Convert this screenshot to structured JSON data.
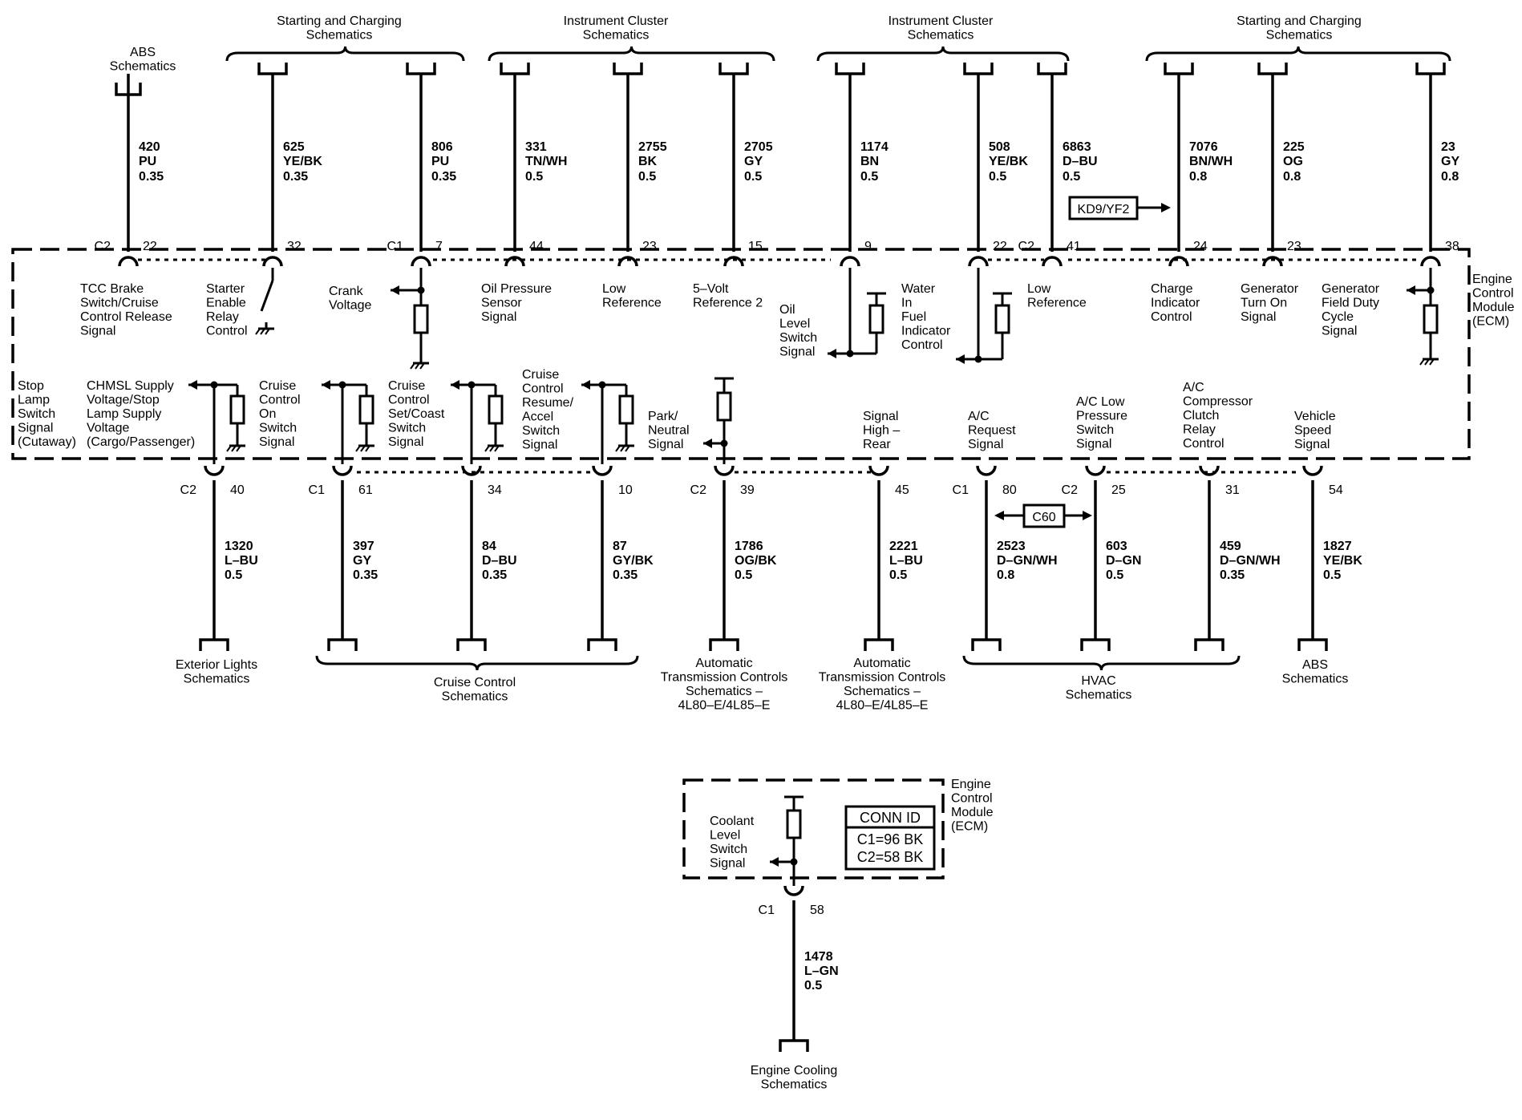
{
  "module": {
    "name_lines": [
      "Engine",
      "Control",
      "Module",
      "(ECM)"
    ]
  },
  "groups_top": [
    {
      "lines": [
        "ABS",
        "Schematics"
      ]
    },
    {
      "lines": [
        "Starting and Charging",
        "Schematics"
      ]
    },
    {
      "lines": [
        "Instrument Cluster",
        "Schematics"
      ]
    },
    {
      "lines": [
        "Instrument Cluster",
        "Schematics"
      ]
    },
    {
      "lines": [
        "Starting and Charging",
        "Schematics"
      ]
    }
  ],
  "groups_bottom": [
    {
      "lines": [
        "Exterior Lights",
        "Schematics"
      ]
    },
    {
      "lines": [
        "Cruise Control",
        "Schematics"
      ]
    },
    {
      "lines": [
        "Automatic",
        "Transmission Controls",
        "Schematics –",
        "4L80–E/4L85–E"
      ]
    },
    {
      "lines": [
        "Automatic",
        "Transmission Controls",
        "Schematics –",
        "4L80–E/4L85–E"
      ]
    },
    {
      "lines": [
        "HVAC",
        "Schematics"
      ]
    },
    {
      "lines": [
        "ABS",
        "Schematics"
      ]
    },
    {
      "lines": [
        "Engine Cooling",
        "Schematics"
      ]
    }
  ],
  "top_circuits": [
    {
      "conn": "C2",
      "pin": "22",
      "circuit": "420",
      "color": "PU",
      "gauge": "0.35",
      "signal": [
        "TCC Brake",
        "Switch/Cruise",
        "Control Release",
        "Signal"
      ]
    },
    {
      "conn": "",
      "pin": "32",
      "circuit": "625",
      "color": "YE/BK",
      "gauge": "0.35",
      "signal": [
        "Starter",
        "Enable",
        "Relay",
        "Control"
      ]
    },
    {
      "conn": "C1",
      "pin": "7",
      "circuit": "806",
      "color": "PU",
      "gauge": "0.35",
      "signal": [
        "Crank",
        "Voltage"
      ]
    },
    {
      "conn": "",
      "pin": "44",
      "circuit": "331",
      "color": "TN/WH",
      "gauge": "0.5",
      "signal": [
        "Oil Pressure",
        "Sensor",
        "Signal"
      ]
    },
    {
      "conn": "",
      "pin": "23",
      "circuit": "2755",
      "color": "BK",
      "gauge": "0.5",
      "signal": [
        "Low",
        "Reference"
      ]
    },
    {
      "conn": "",
      "pin": "15",
      "circuit": "2705",
      "color": "GY",
      "gauge": "0.5",
      "signal": [
        "5–Volt",
        "Reference 2"
      ]
    },
    {
      "conn": "",
      "pin": "9",
      "circuit": "1174",
      "color": "BN",
      "gauge": "0.5",
      "signal": [
        "Oil",
        "Level",
        "Switch",
        "Signal"
      ]
    },
    {
      "conn": "",
      "pin": "22",
      "circuit": "508",
      "color": "YE/BK",
      "gauge": "0.5",
      "signal": [
        "Water",
        "In",
        "Fuel",
        "Indicator",
        "Control"
      ]
    },
    {
      "conn": "C2",
      "pin": "41",
      "circuit": "6863",
      "color": "D–BU",
      "gauge": "0.5",
      "signal": [
        "Low",
        "Reference"
      ]
    },
    {
      "conn": "",
      "pin": "24",
      "circuit": "7076",
      "color": "BN/WH",
      "gauge": "0.8",
      "signal": [
        "Charge",
        "Indicator",
        "Control"
      ]
    },
    {
      "conn": "",
      "pin": "23",
      "circuit": "225",
      "color": "OG",
      "gauge": "0.8",
      "signal": [
        "Generator",
        "Turn On",
        "Signal"
      ]
    },
    {
      "conn": "",
      "pin": "38",
      "circuit": "23",
      "color": "GY",
      "gauge": "0.8",
      "signal": [
        "Generator",
        "Field Duty",
        "Cycle",
        "Signal"
      ]
    }
  ],
  "option_tag": "KD9/YF2",
  "option_tag_bottom": "C60",
  "bottom_circuits": [
    {
      "conn": "C2",
      "pin": "40",
      "circuit": "1320",
      "color": "L–BU",
      "gauge": "0.5",
      "signal": [
        "CHMSL Supply",
        "Voltage/Stop",
        "Lamp Supply",
        "Voltage",
        "(Cargo/Passenger)"
      ]
    },
    {
      "conn": "C1",
      "pin": "61",
      "circuit": "397",
      "color": "GY",
      "gauge": "0.35",
      "signal": [
        "Cruise",
        "Control",
        "On",
        "Switch",
        "Signal"
      ]
    },
    {
      "conn": "",
      "pin": "34",
      "circuit": "84",
      "color": "D–BU",
      "gauge": "0.35",
      "signal": [
        "Cruise",
        "Control",
        "Set/Coast",
        "Switch",
        "Signal"
      ]
    },
    {
      "conn": "",
      "pin": "10",
      "circuit": "87",
      "color": "GY/BK",
      "gauge": "0.35",
      "signal": [
        "Cruise",
        "Control",
        "Resume/",
        "Accel",
        "Switch",
        "Signal"
      ]
    },
    {
      "conn": "C2",
      "pin": "39",
      "circuit": "1786",
      "color": "OG/BK",
      "gauge": "0.5",
      "signal": [
        "Park/",
        "Neutral",
        "Signal"
      ]
    },
    {
      "conn": "",
      "pin": "45",
      "circuit": "2221",
      "color": "L–BU",
      "gauge": "0.5",
      "signal": [
        "Signal",
        "High –",
        "Rear"
      ]
    },
    {
      "conn": "C1",
      "pin": "80",
      "circuit": "2523",
      "color": "D–GN/WH",
      "gauge": "0.8",
      "signal": [
        "A/C",
        "Request",
        "Signal"
      ]
    },
    {
      "conn": "C2",
      "pin": "25",
      "circuit": "603",
      "color": "D–GN",
      "gauge": "0.5",
      "signal": [
        "A/C Low",
        "Pressure",
        "Switch",
        "Signal"
      ]
    },
    {
      "conn": "",
      "pin": "31",
      "circuit": "459",
      "color": "D–GN/WH",
      "gauge": "0.35",
      "signal": [
        "A/C",
        "Compressor",
        "Clutch",
        "Relay",
        "Control"
      ]
    },
    {
      "conn": "",
      "pin": "54",
      "circuit": "1827",
      "color": "YE/BK",
      "gauge": "0.5",
      "signal": [
        "Vehicle",
        "Speed",
        "Signal"
      ]
    }
  ],
  "stop_lamp_label": [
    "Stop",
    "Lamp",
    "Switch",
    "Signal",
    "(Cutaway)"
  ],
  "coolant": {
    "conn": "C1",
    "pin": "58",
    "circuit": "1478",
    "color": "L–GN",
    "gauge": "0.5",
    "signal": [
      "Coolant",
      "Level",
      "Switch",
      "Signal"
    ]
  },
  "conn_id": {
    "title": "CONN ID",
    "lines": [
      "C1=96 BK",
      "C2=58 BK"
    ]
  }
}
